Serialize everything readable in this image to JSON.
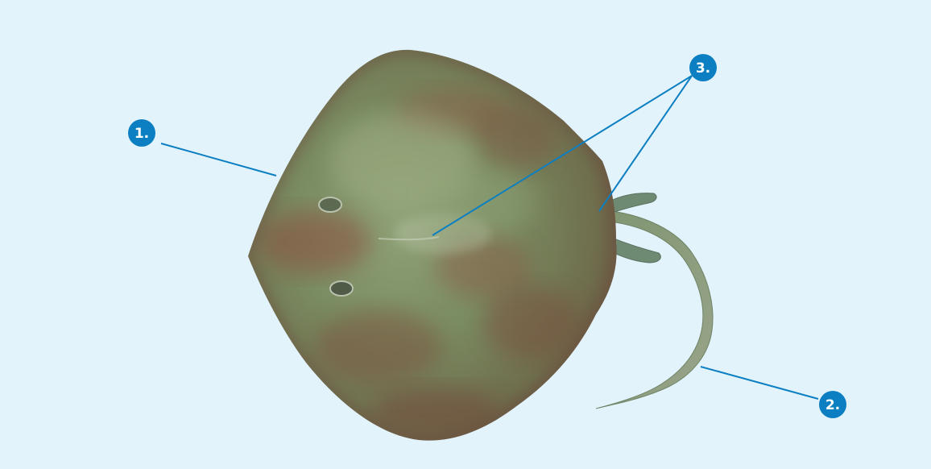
{
  "figure": {
    "subject": "stingray-photo-dorsal-view",
    "background_color": "#e3f3fc",
    "accent_color": "#0b7fc1",
    "labels": [
      {
        "id": "1",
        "text": "1."
      },
      {
        "id": "2",
        "text": "2."
      },
      {
        "id": "3",
        "text": "3."
      }
    ]
  }
}
